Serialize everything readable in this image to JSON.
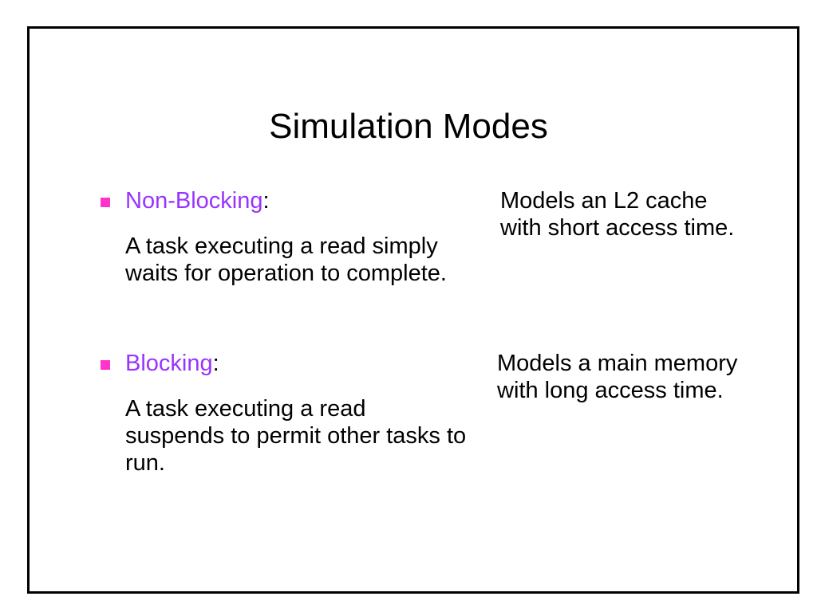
{
  "slide": {
    "title": "Simulation Modes",
    "colors": {
      "bullet": "#ff33cc",
      "term": "#9933ff",
      "text": "#000000",
      "border": "#000000",
      "background": "#ffffff"
    },
    "items": [
      {
        "term": "Non-Blocking",
        "separator": ":",
        "description": "A task executing a read simply waits for operation to complete.",
        "note": "Models an L2  cache\nwith short access time."
      },
      {
        "term": "Blocking",
        "separator": ":",
        "description": "A task executing a read suspends to permit other tasks to run.",
        "note": "Models a main memory\nwith long access time."
      }
    ]
  }
}
